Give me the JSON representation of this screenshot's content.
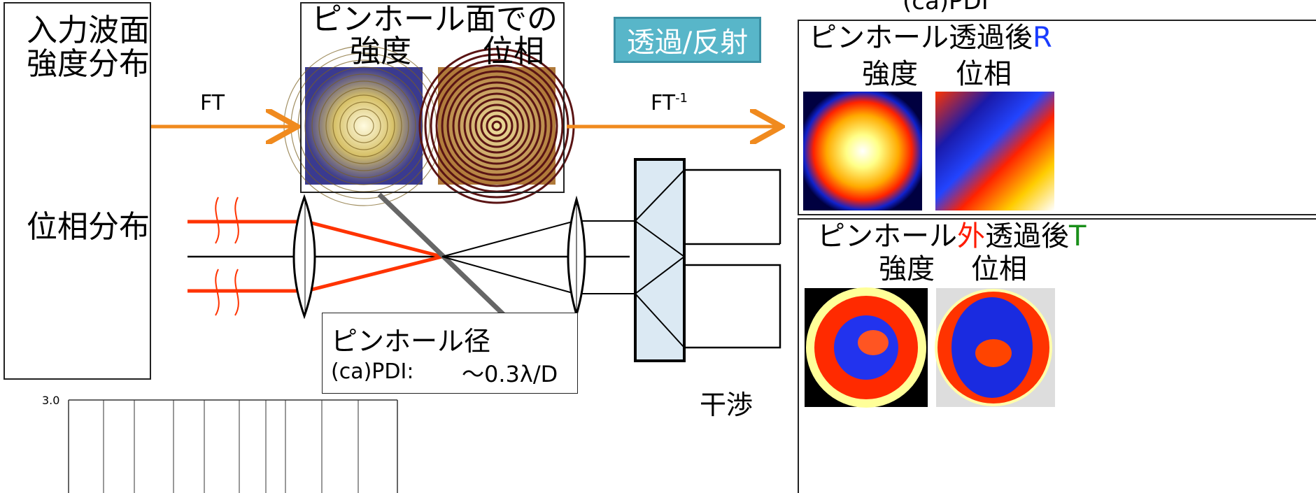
{
  "input_panel": {
    "title_line1": "入力波面",
    "title_line2": "強度分布",
    "phase_label": "位相分布"
  },
  "pinhole_plane_panel": {
    "title": "ピンホール面での",
    "intensity_label": "強度",
    "phase_label": "位相"
  },
  "arrows": {
    "ft_label": "FT",
    "ift_label": "FT",
    "ift_superscript": "-1"
  },
  "mode_badge": {
    "label": "透過/反射"
  },
  "reflected_panel": {
    "top_label": "(ca)PDI",
    "title_prefix": "ピンホール透過後",
    "title_suffix": "R",
    "intensity_label": "強度",
    "phase_label": "位相"
  },
  "transmitted_panel": {
    "title_part1": "ピンホール",
    "title_part2": "外",
    "title_part3": "透過後",
    "title_suffix": "T",
    "intensity_label": "強度",
    "phase_label": "位相"
  },
  "pinhole_diameter_box": {
    "title": "ピンホール径",
    "line_left": "(ca)PDI:",
    "line_right": "～0.3λ/D"
  },
  "interference_label": "干渉",
  "axis_tick": "3.0",
  "colors": {
    "arrow_orange": "#f08a1e",
    "beam_red": "#ff3300",
    "blue_letter": "#1a3cff",
    "red_letter": "#ff1a00",
    "green_letter": "#1a8f1a",
    "badge_fill": "#58b6c9"
  }
}
